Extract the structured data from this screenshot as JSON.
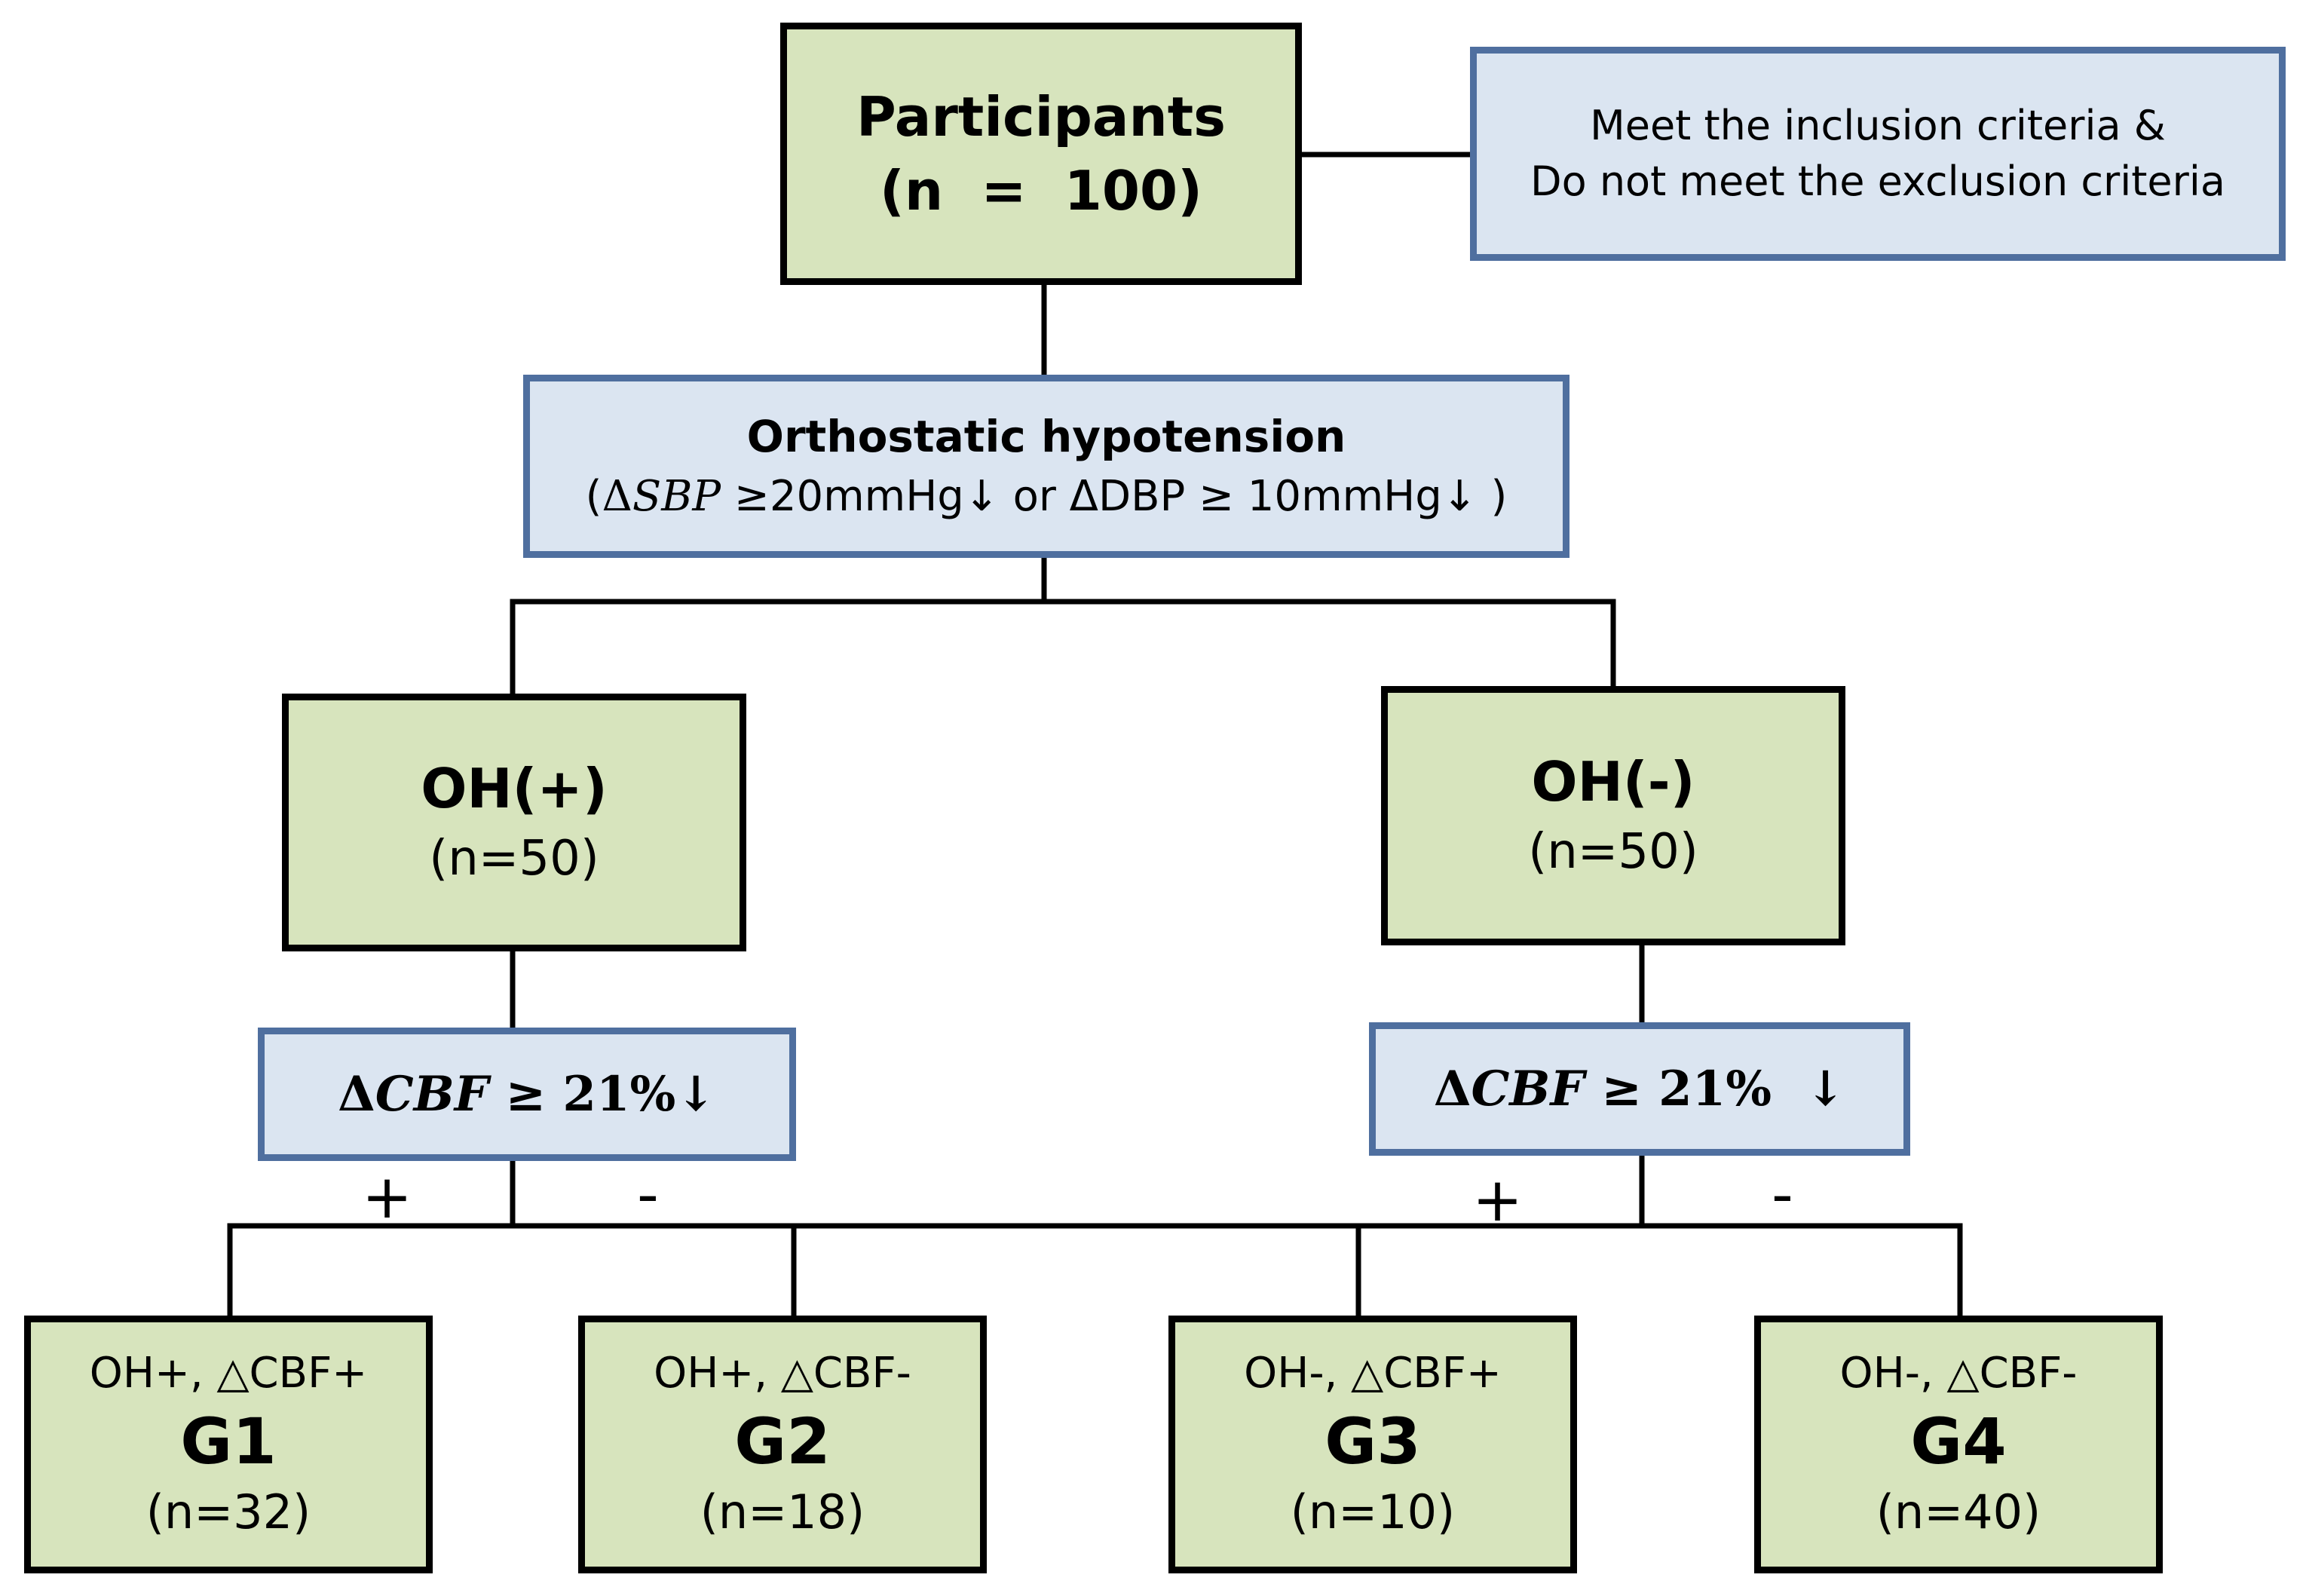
{
  "participants": {
    "title": "Participants",
    "count": "(n  =  100)"
  },
  "criteria": {
    "line1": "Meet the inclusion criteria &",
    "line2": "Do not meet the exclusion criteria"
  },
  "oh_test": {
    "title": "Orthostatic hypotension",
    "open": "(",
    "delta1": "Δ",
    "sbp": "SBP",
    "cond1": " ≥20mmHg↓ or ",
    "dbp": "ΔDBP",
    "cond2": " ≥ 10mmHg↓ )"
  },
  "oh_pos": {
    "label": "OH(+)",
    "count": "(n=50)"
  },
  "oh_neg": {
    "label": "OH(-)",
    "count": "(n=50)"
  },
  "cbf_test_left": {
    "delta": "Δ",
    "var": "CBF",
    "cond": " ≥ 21%↓"
  },
  "cbf_test_right": {
    "delta": "Δ",
    "var": "CBF",
    "cond": " ≥ 21%  ↓"
  },
  "signs": {
    "plus": "+",
    "minus": "-"
  },
  "groups": [
    {
      "criteria": "OH+, △CBF+",
      "name": "G1",
      "count": "(n=32)"
    },
    {
      "criteria": "OH+, △CBF-",
      "name": "G2",
      "count": "(n=18)"
    },
    {
      "criteria": "OH-, △CBF+",
      "name": "G3",
      "count": "(n=10)"
    },
    {
      "criteria": "OH-, △CBF-",
      "name": "G4",
      "count": "(n=40)"
    }
  ]
}
